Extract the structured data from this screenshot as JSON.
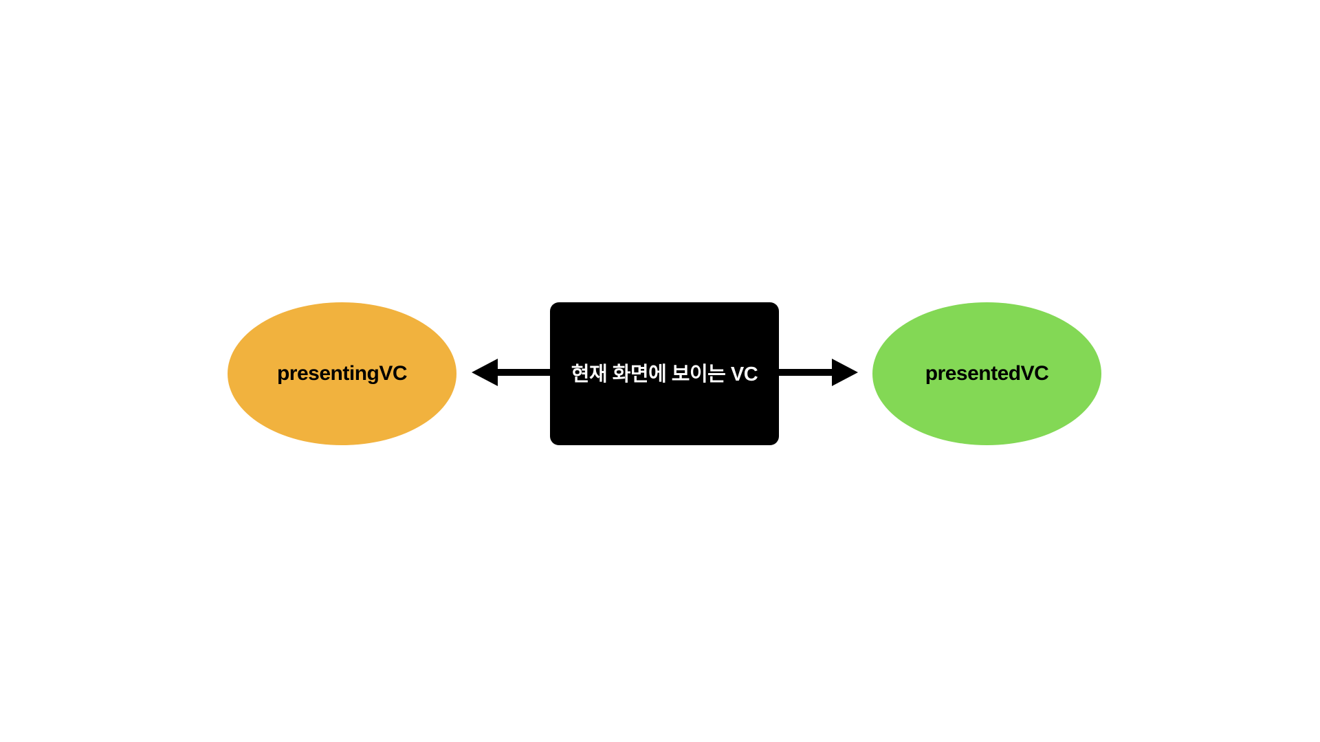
{
  "diagram": {
    "nodes": [
      {
        "id": "presenting",
        "label": "presentingVC",
        "shape": "ellipse",
        "color": "#F1B23E"
      },
      {
        "id": "current",
        "label": "현재 화면에 보이는 VC",
        "shape": "rounded-rect",
        "color": "#000000",
        "text_color": "#FFFFFF"
      },
      {
        "id": "presented",
        "label": "presentedVC",
        "shape": "ellipse",
        "color": "#83D855"
      }
    ],
    "edges": [
      {
        "from": "current",
        "to": "presenting",
        "direction": "left"
      },
      {
        "from": "current",
        "to": "presented",
        "direction": "right"
      }
    ]
  }
}
